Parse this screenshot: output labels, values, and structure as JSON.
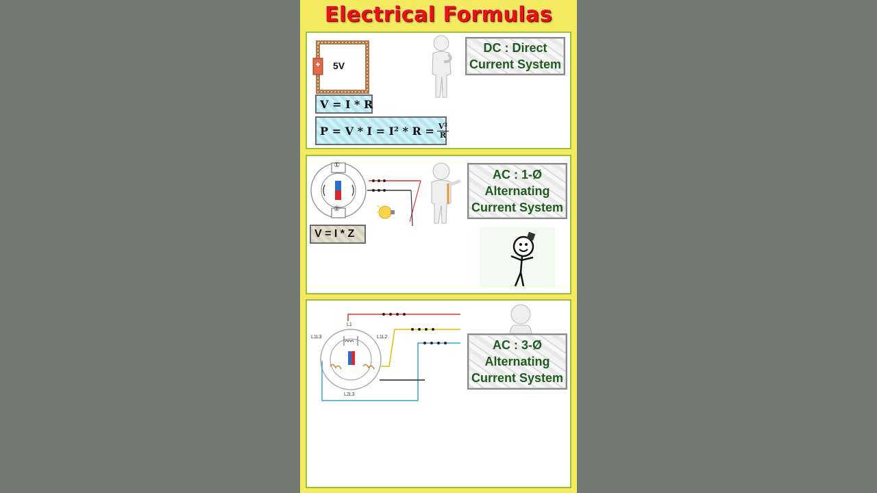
{
  "header": {
    "title": "Electrical Formulas"
  },
  "dc": {
    "battery_label": "5V",
    "system_label_line1": "DC : Direct",
    "system_label_line2": "Current System",
    "formula1": "V = I * R",
    "formula2_main": "P = V * I = I² * R =",
    "formula2_num": "V²",
    "formula2_den": "R"
  },
  "ac1": {
    "system_label_line1": "AC : 1-Ø",
    "system_label_line2": "Alternating",
    "system_label_line3": "Current System",
    "formula": "V = I * Z",
    "diagram_label_top": "①",
    "diagram_label_bottom": "②"
  },
  "ac3": {
    "system_label_line1": "AC : 3-Ø",
    "system_label_line2": "Alternating",
    "system_label_line3": "Current System",
    "coil_l1": "L1",
    "coil_l1l3": "L1L3",
    "coil_l1l2": "L1L2",
    "coil_l2l3": "L2L3"
  },
  "icons": [
    "person-thinking-icon",
    "person-pointing-icon",
    "stick-figure-icon",
    "person-peeking-icon",
    "battery-icon",
    "bulb-icon",
    "magnet-icon"
  ]
}
